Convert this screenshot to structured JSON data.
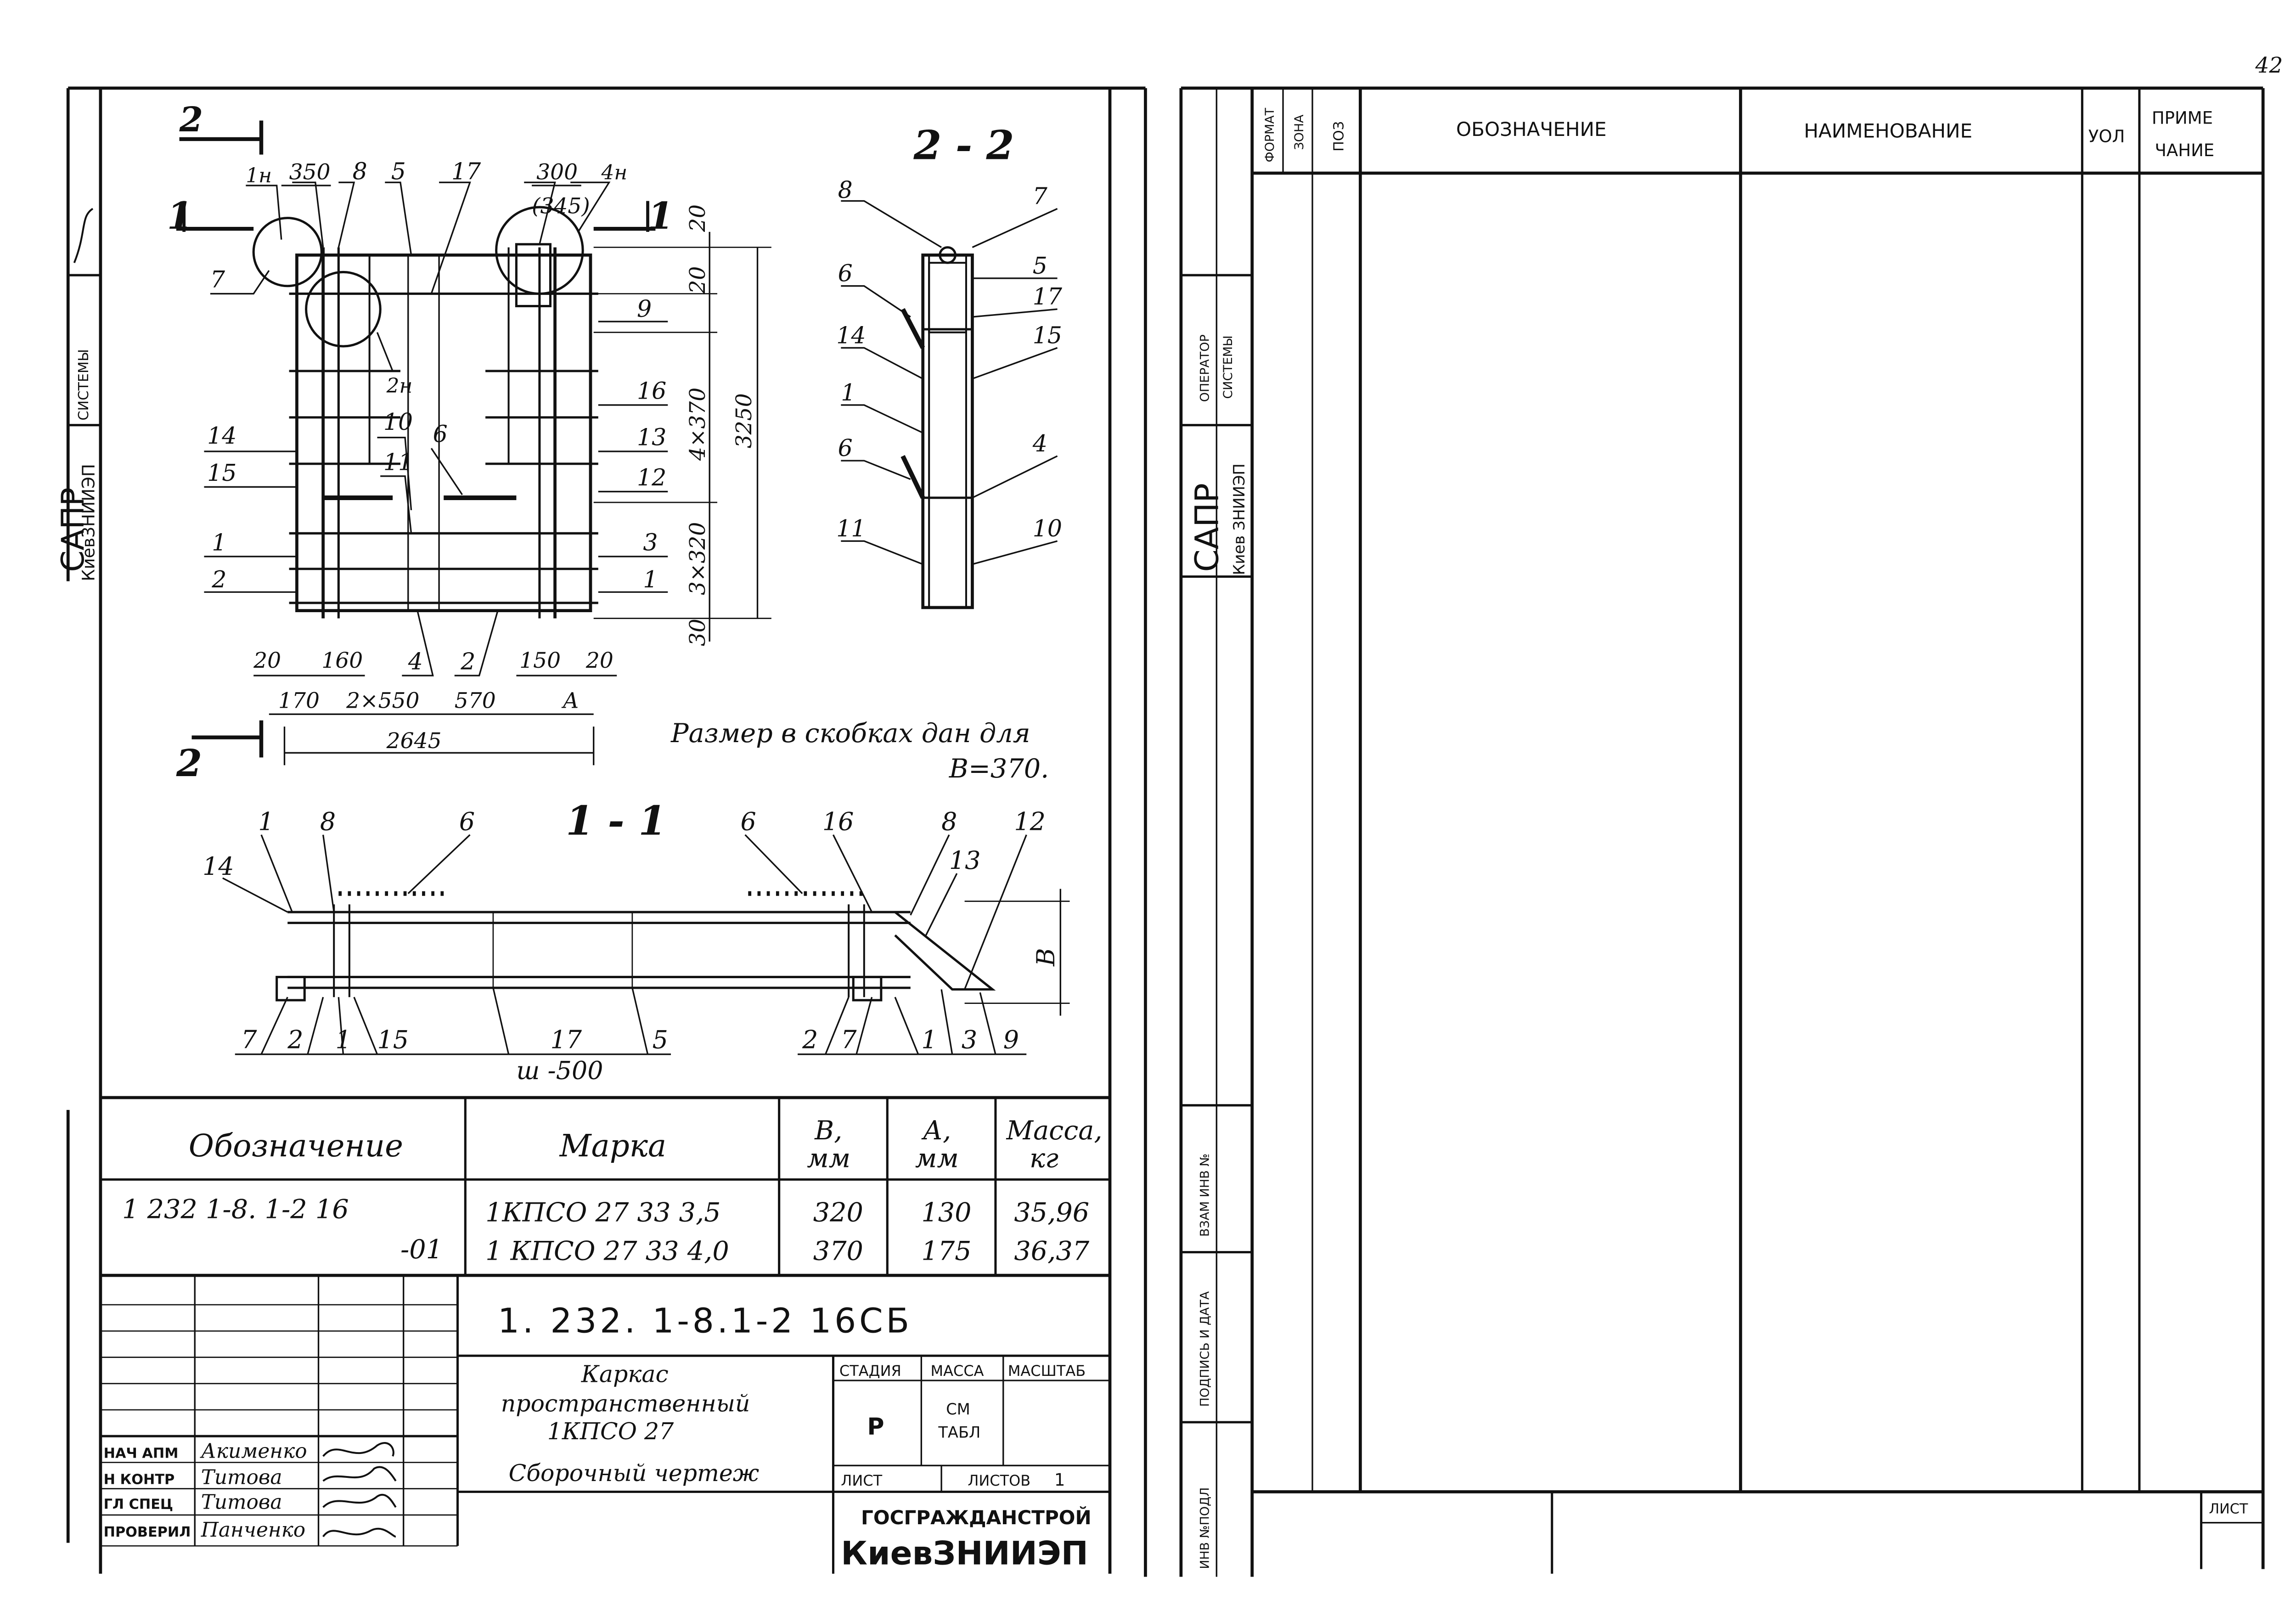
{
  "sheet_number": "42",
  "left_sheet": {
    "strip": {
      "system": "СИСТЕМЫ",
      "org": "КиевЗНИИЭП",
      "sapr": "САПР"
    },
    "plan": {
      "section_marks": {
        "s1": "1",
        "s2": "2"
      },
      "callouts": {
        "n1": "1н",
        "n2": "2н",
        "n4": "4н"
      },
      "positions": [
        "7",
        "8",
        "5",
        "17",
        "9",
        "16",
        "13",
        "12",
        "3",
        "1",
        "14",
        "15",
        "1",
        "2",
        "10",
        "11",
        "6",
        "4",
        "2"
      ],
      "dims_top": [
        "350",
        "300",
        "(345)"
      ],
      "dims_right": [
        "20",
        "20",
        "4×370",
        "3250",
        "3×320",
        "30"
      ],
      "dims_bottom_row1": [
        "20",
        "160",
        "150",
        "20"
      ],
      "dims_bottom_row2": [
        "170",
        "2×550",
        "570",
        "А"
      ],
      "dim_total": "2645"
    },
    "note_line1": "Размер в скобках дан для",
    "note_line2": "В=370.",
    "section22": {
      "title": "2 - 2",
      "left_positions": [
        "8",
        "6",
        "14",
        "1",
        "6",
        "11"
      ],
      "right_positions": [
        "7",
        "5",
        "17",
        "15",
        "4",
        "10"
      ]
    },
    "section11": {
      "title": "1 - 1",
      "top_positions": [
        "1",
        "8",
        "6",
        "14",
        "6",
        "16",
        "8",
        "12",
        "13"
      ],
      "bottom_positions": [
        "7",
        "2",
        "1",
        "15",
        "17",
        "5",
        "2",
        "7",
        "1",
        "3",
        "9"
      ],
      "dim_b": "В",
      "pitch": "ш -500"
    },
    "table": {
      "headers": [
        "Обозначение",
        "Марка",
        "В,",
        "мм",
        "А,",
        "мм",
        "Масса,",
        "кг"
      ],
      "rows": [
        {
          "code": "1 232 1-8. 1-2 16",
          "mark": "1КПСО 27 33 3,5",
          "b": "320",
          "a": "130",
          "mass": "35,96"
        },
        {
          "code": "-01",
          "mark": "1 КПСО 27 33 4,0",
          "b": "370",
          "a": "175",
          "mass": "36,37"
        }
      ]
    },
    "title_block": {
      "doc_code": "1. 232. 1-8.1-2 16СБ",
      "name1": "Каркас",
      "name2": "пространственный",
      "name3": "1КПСО 27",
      "name4": "Сборочный чертеж",
      "col_stage": "СТАДИЯ",
      "col_mass": "МАССА",
      "col_scale": "МАСШТАБ",
      "stage_value": "Р",
      "mass_value1": "СМ",
      "mass_value2": "ТАБЛ",
      "sheet_label": "ЛИСТ",
      "sheets_label": "ЛИСТОВ",
      "sheets_value": "1",
      "org1": "ГОСГРАЖДАНСТРОЙ",
      "org2": "КиевЗНИИЭП",
      "roles": [
        {
          "role": "НАЧ АПМ",
          "name": "Акименко"
        },
        {
          "role": "Н КОНТР",
          "name": "Титова"
        },
        {
          "role": "ГЛ СПЕЦ",
          "name": "Титова"
        },
        {
          "role": "ПРОВЕРИЛ",
          "name": "Панченко"
        }
      ]
    }
  },
  "right_sheet": {
    "headers": {
      "format": "ФОРМАТ",
      "zone": "ЗОНА",
      "pos": "ПОЗ",
      "designation": "ОБОЗНАЧЕНИЕ",
      "name": "НАИМЕНОВАНИЕ",
      "qty": "УОЛ",
      "note1": "ПРИМЕ",
      "note2": "ЧАНИЕ"
    },
    "strip": {
      "operator1": "ОПЕРАТОР",
      "operator2": "СИСТЕМЫ",
      "sapr": "САПР",
      "org": "Киев ЗНИИЭП",
      "replace": "ВЗАМ ИНВ №",
      "sign_date": "ПОДПИСЬ И ДАТА",
      "inv_orig": "ИНВ №ПОДЛ"
    },
    "sheet_label": "ЛИСТ"
  }
}
